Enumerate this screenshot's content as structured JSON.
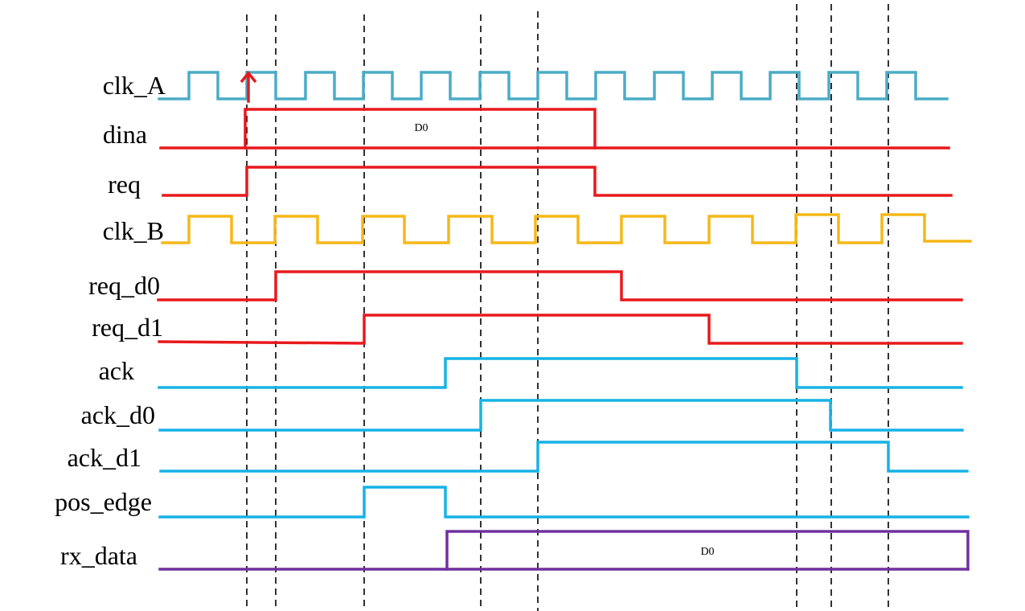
{
  "colors": {
    "clk_a": "#4bacc6",
    "clk_b": "#f5b819",
    "red": "#e8191c",
    "blue": "#17b2e6",
    "purple": "#7030a0",
    "guides": "#000000",
    "arrow": "#e8191c"
  },
  "signals": [
    {
      "id": "clk_A",
      "label": "clk_A"
    },
    {
      "id": "dina",
      "label": "dina",
      "bus_text": "D0"
    },
    {
      "id": "req",
      "label": "req"
    },
    {
      "id": "clk_B",
      "label": "clk_B"
    },
    {
      "id": "req_d0",
      "label": "req_d0"
    },
    {
      "id": "req_d1",
      "label": "req_d1"
    },
    {
      "id": "ack",
      "label": "ack"
    },
    {
      "id": "ack_d0",
      "label": "ack_d0"
    },
    {
      "id": "ack_d1",
      "label": "ack_d1"
    },
    {
      "id": "pos_edge",
      "label": "pos_edge"
    },
    {
      "id": "rx_data",
      "label": "rx_data",
      "bus_text": "D0"
    }
  ],
  "markers": [
    {
      "name": "clk-a-capture-edge-arrow",
      "icon": "up-arrow-icon"
    }
  ]
}
